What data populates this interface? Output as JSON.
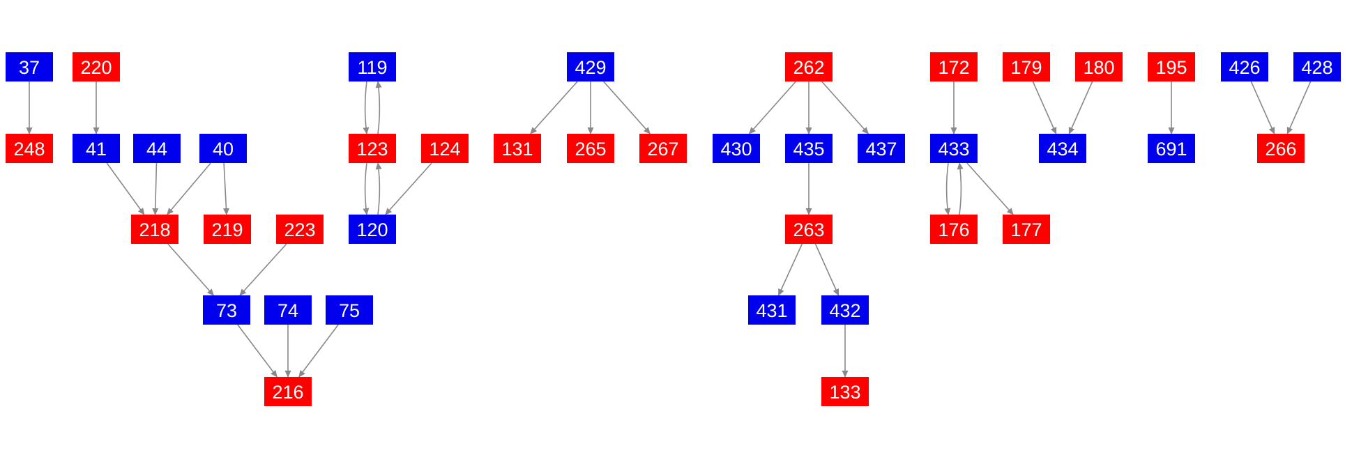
{
  "colors": {
    "red": "#ff0000",
    "blue": "#0000ee",
    "edge": "#888888",
    "label": "#ffffff",
    "background": "#ffffff"
  },
  "nodes": [
    {
      "id": "37",
      "color": "blue"
    },
    {
      "id": "248",
      "color": "red"
    },
    {
      "id": "220",
      "color": "red"
    },
    {
      "id": "41",
      "color": "blue"
    },
    {
      "id": "44",
      "color": "blue"
    },
    {
      "id": "40",
      "color": "blue"
    },
    {
      "id": "218",
      "color": "red"
    },
    {
      "id": "219",
      "color": "red"
    },
    {
      "id": "223",
      "color": "red"
    },
    {
      "id": "73",
      "color": "blue"
    },
    {
      "id": "74",
      "color": "blue"
    },
    {
      "id": "75",
      "color": "blue"
    },
    {
      "id": "216",
      "color": "red"
    },
    {
      "id": "119",
      "color": "blue"
    },
    {
      "id": "123",
      "color": "red"
    },
    {
      "id": "124",
      "color": "red"
    },
    {
      "id": "120",
      "color": "blue"
    },
    {
      "id": "429",
      "color": "blue"
    },
    {
      "id": "131",
      "color": "red"
    },
    {
      "id": "265",
      "color": "red"
    },
    {
      "id": "267",
      "color": "red"
    },
    {
      "id": "262",
      "color": "red"
    },
    {
      "id": "430",
      "color": "blue"
    },
    {
      "id": "435",
      "color": "blue"
    },
    {
      "id": "437",
      "color": "blue"
    },
    {
      "id": "263",
      "color": "red"
    },
    {
      "id": "431",
      "color": "blue"
    },
    {
      "id": "432",
      "color": "blue"
    },
    {
      "id": "133",
      "color": "red"
    },
    {
      "id": "172",
      "color": "red"
    },
    {
      "id": "433",
      "color": "blue"
    },
    {
      "id": "176",
      "color": "red"
    },
    {
      "id": "177",
      "color": "red"
    },
    {
      "id": "179",
      "color": "red"
    },
    {
      "id": "180",
      "color": "red"
    },
    {
      "id": "434",
      "color": "blue"
    },
    {
      "id": "195",
      "color": "red"
    },
    {
      "id": "691",
      "color": "blue"
    },
    {
      "id": "426",
      "color": "blue"
    },
    {
      "id": "428",
      "color": "blue"
    },
    {
      "id": "266",
      "color": "red"
    }
  ],
  "edges": [
    {
      "from": "37",
      "to": "248"
    },
    {
      "from": "220",
      "to": "41"
    },
    {
      "from": "41",
      "to": "218"
    },
    {
      "from": "44",
      "to": "218"
    },
    {
      "from": "40",
      "to": "218"
    },
    {
      "from": "40",
      "to": "219"
    },
    {
      "from": "218",
      "to": "73"
    },
    {
      "from": "223",
      "to": "73"
    },
    {
      "from": "73",
      "to": "216"
    },
    {
      "from": "74",
      "to": "216"
    },
    {
      "from": "75",
      "to": "216"
    },
    {
      "from": "119",
      "to": "123"
    },
    {
      "from": "123",
      "to": "119"
    },
    {
      "from": "123",
      "to": "120"
    },
    {
      "from": "120",
      "to": "123"
    },
    {
      "from": "124",
      "to": "120"
    },
    {
      "from": "429",
      "to": "131"
    },
    {
      "from": "429",
      "to": "265"
    },
    {
      "from": "429",
      "to": "267"
    },
    {
      "from": "262",
      "to": "430"
    },
    {
      "from": "262",
      "to": "435"
    },
    {
      "from": "262",
      "to": "437"
    },
    {
      "from": "435",
      "to": "263"
    },
    {
      "from": "263",
      "to": "431"
    },
    {
      "from": "263",
      "to": "432"
    },
    {
      "from": "432",
      "to": "133"
    },
    {
      "from": "172",
      "to": "433"
    },
    {
      "from": "433",
      "to": "176"
    },
    {
      "from": "176",
      "to": "433"
    },
    {
      "from": "433",
      "to": "177"
    },
    {
      "from": "179",
      "to": "434"
    },
    {
      "from": "180",
      "to": "434"
    },
    {
      "from": "195",
      "to": "691"
    },
    {
      "from": "426",
      "to": "266"
    },
    {
      "from": "428",
      "to": "266"
    }
  ]
}
